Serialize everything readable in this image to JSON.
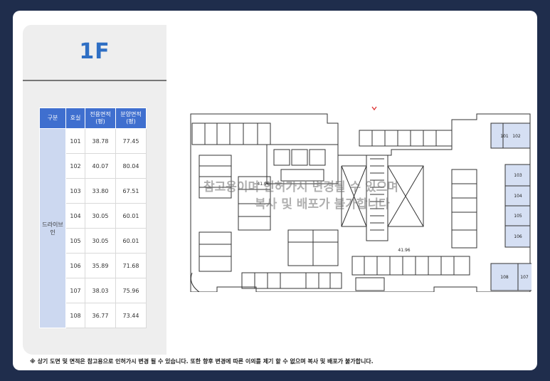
{
  "floor_title": "1F",
  "table": {
    "headers": [
      "구분",
      "호실",
      "전용면적\n(평)",
      "분양면적\n(평)"
    ],
    "group_label": "드라이브인",
    "rows": [
      {
        "unit": "101",
        "exclusive": "38.78",
        "sale": "77.45"
      },
      {
        "unit": "102",
        "exclusive": "40.07",
        "sale": "80.04"
      },
      {
        "unit": "103",
        "exclusive": "33.80",
        "sale": "67.51"
      },
      {
        "unit": "104",
        "exclusive": "30.05",
        "sale": "60.01"
      },
      {
        "unit": "105",
        "exclusive": "30.05",
        "sale": "60.01"
      },
      {
        "unit": "106",
        "exclusive": "35.89",
        "sale": "71.68"
      },
      {
        "unit": "107",
        "exclusive": "38.03",
        "sale": "75.96"
      },
      {
        "unit": "108",
        "exclusive": "36.77",
        "sale": "73.44"
      }
    ]
  },
  "plan": {
    "unit_labels": [
      "101",
      "102",
      "103",
      "104",
      "105",
      "106",
      "108",
      "107"
    ],
    "watermark_line1": "참고용이며 인허가시 변경될 수 있으며",
    "watermark_line2": "복사 및 배포가 불가합니다",
    "elevation_left": "41.96",
    "elevation_right": "41.96"
  },
  "colors": {
    "background": "#1f2d4c",
    "header_blue": "#3f6fcf",
    "title_blue": "#2f6fc4",
    "unit_fill": "#d5dff3",
    "group_fill": "#ccd8f0"
  },
  "footer_note": "※ 상기 도면 및 면적은 참고용으로 인허가시 변경 될 수 있습니다. 또한 향후 변경에 따른 이의를 제기 할 수 없으며  복사 및 배포가 불가합니다."
}
